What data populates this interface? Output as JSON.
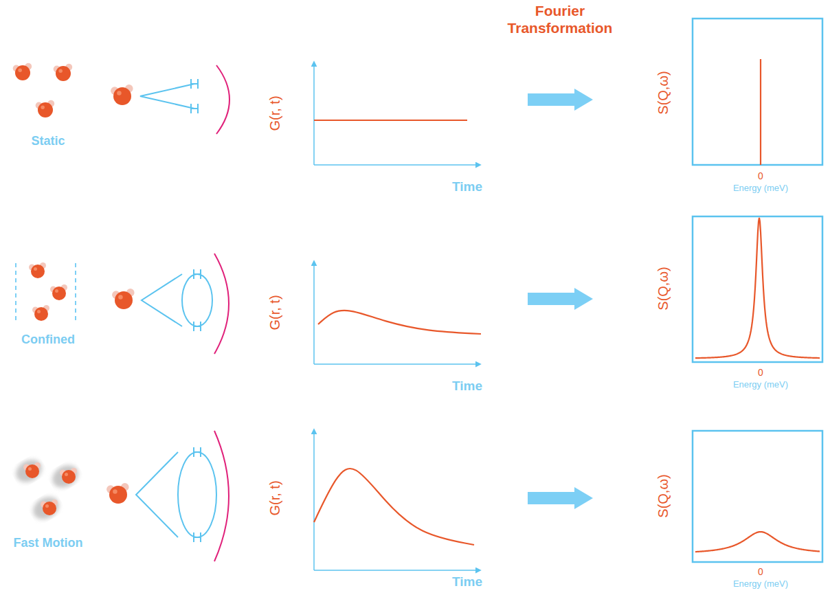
{
  "diagram": {
    "title": "Fourier Transformation",
    "labels": [
      "Static",
      "G(r, t)",
      "Time",
      "S(Q,ω)",
      "0",
      "Energy (meV)",
      "Confined",
      "G(r, t)",
      "Time",
      "S(Q,ω)",
      "0",
      "Energy (meV)",
      "Fast Motion",
      "G(r, t)",
      "Time",
      "S(Q,ω)",
      "0",
      "Energy (meV)"
    ]
  }
}
